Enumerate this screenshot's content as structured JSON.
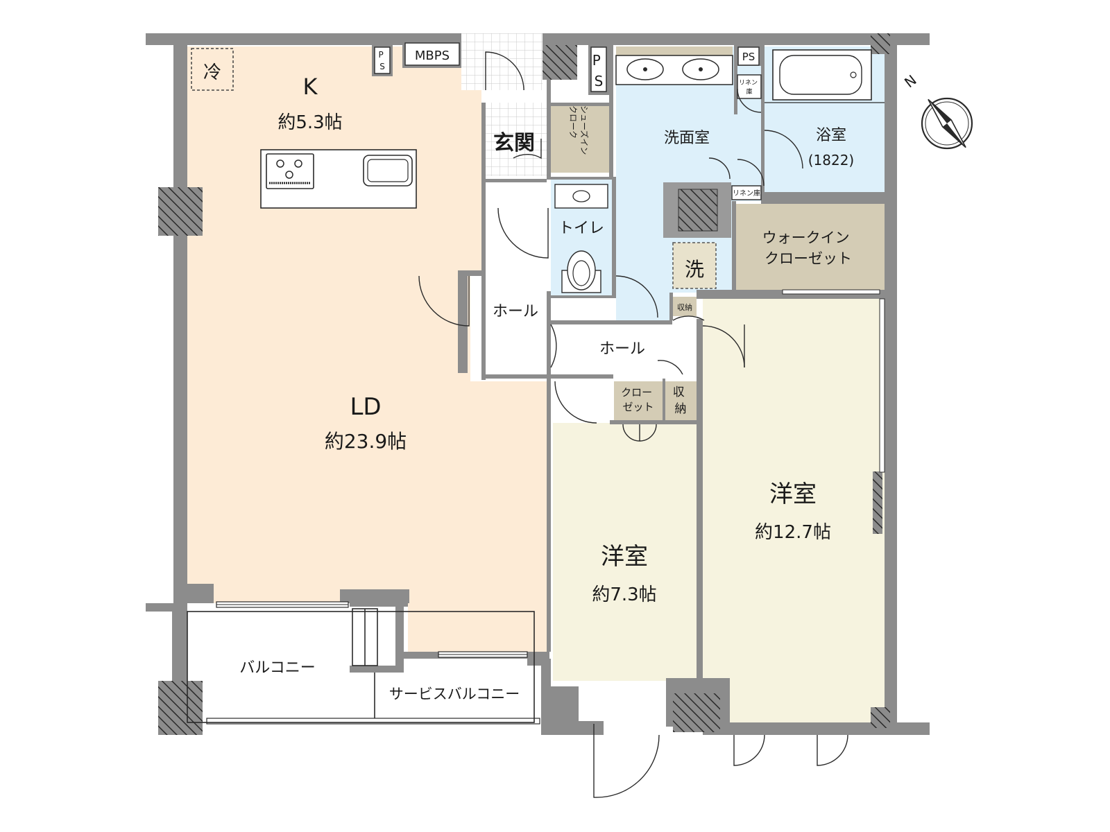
{
  "rooms": {
    "kitchen": {
      "name": "K",
      "area": "約5.3帖"
    },
    "ld": {
      "name": "LD",
      "area": "約23.9帖"
    },
    "entrance": {
      "name": "玄関"
    },
    "shoes_cloak": {
      "name": "シューズイン\nクローク"
    },
    "toilet": {
      "name": "トイレ"
    },
    "hall_1": {
      "name": "ホール"
    },
    "hall_2": {
      "name": "ホール"
    },
    "washroom": {
      "name": "洗面室"
    },
    "bath": {
      "name": "浴室",
      "size": "(1822)"
    },
    "walk_in_closet": {
      "name": "ウォークイン\nクローゼット"
    },
    "laundry": {
      "name": "洗"
    },
    "closet": {
      "name": "クロー\nゼット"
    },
    "storage_small": {
      "name": "収納"
    },
    "storage": {
      "name": "収\n納"
    },
    "linen_1": {
      "name": "リネン\n庫"
    },
    "linen_2": {
      "name": "リネン庫"
    },
    "bedroom_1": {
      "name": "洋室",
      "area": "約7.3帖"
    },
    "bedroom_2": {
      "name": "洋室",
      "area": "約12.7帖"
    },
    "balcony": {
      "name": "バルコニー"
    },
    "service_balcony": {
      "name": "サービスバルコニー"
    },
    "fridge": {
      "name": "冷"
    },
    "mbps": {
      "name": "MBPS"
    },
    "ps_1": {
      "name": "P\nS"
    },
    "ps_2": {
      "name": "P\nS"
    },
    "ps_3": {
      "name": "PS"
    }
  },
  "compass": {
    "label": "N"
  },
  "colors": {
    "ld": "#fdebd6",
    "bedroom": "#f6f3df",
    "wet": "#ddf0fa",
    "storage": "#d4ccb5",
    "wall": "#8c8c8c"
  }
}
